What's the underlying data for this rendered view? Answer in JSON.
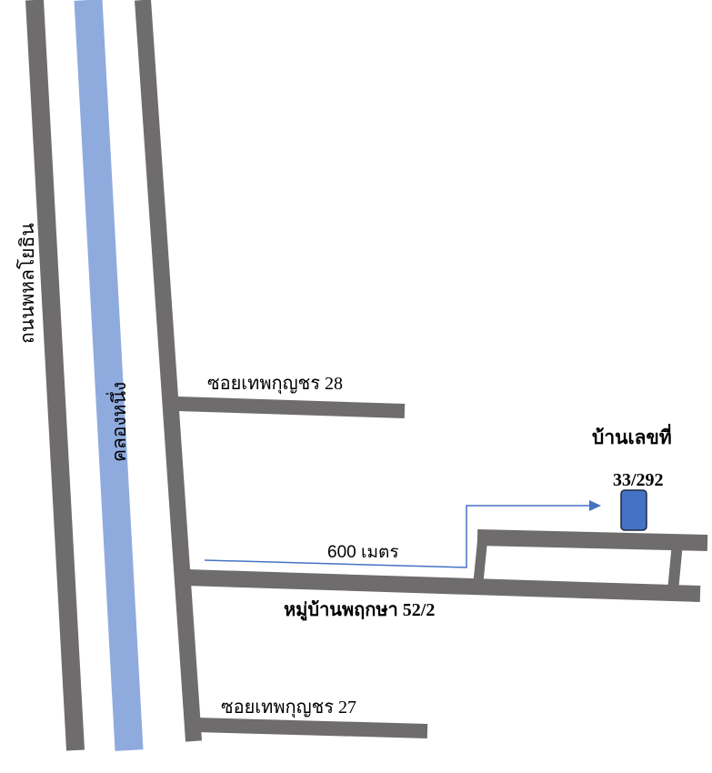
{
  "map": {
    "colors": {
      "road": "#6f6c6d",
      "canal": "#8fabde",
      "route": "#4472c4",
      "house": "#4472c4",
      "house_border": "#1f2a44",
      "background": "#ffffff"
    },
    "labels": {
      "main_road": "ถนนพหลโยธิน",
      "canal": "คลองหนึ่ง",
      "soi_28": "ซอยเทพกุญชร 28",
      "soi_27": "ซอยเทพกุญชร 27",
      "distance": "600 เมตร",
      "village": "หมู่บ้านพฤกษา 52/2",
      "house_title": "บ้านเลขที่",
      "house_number": "33/292"
    },
    "icons": {
      "house_marker": "house-marker-icon",
      "route_arrow": "arrow-right-icon"
    }
  }
}
